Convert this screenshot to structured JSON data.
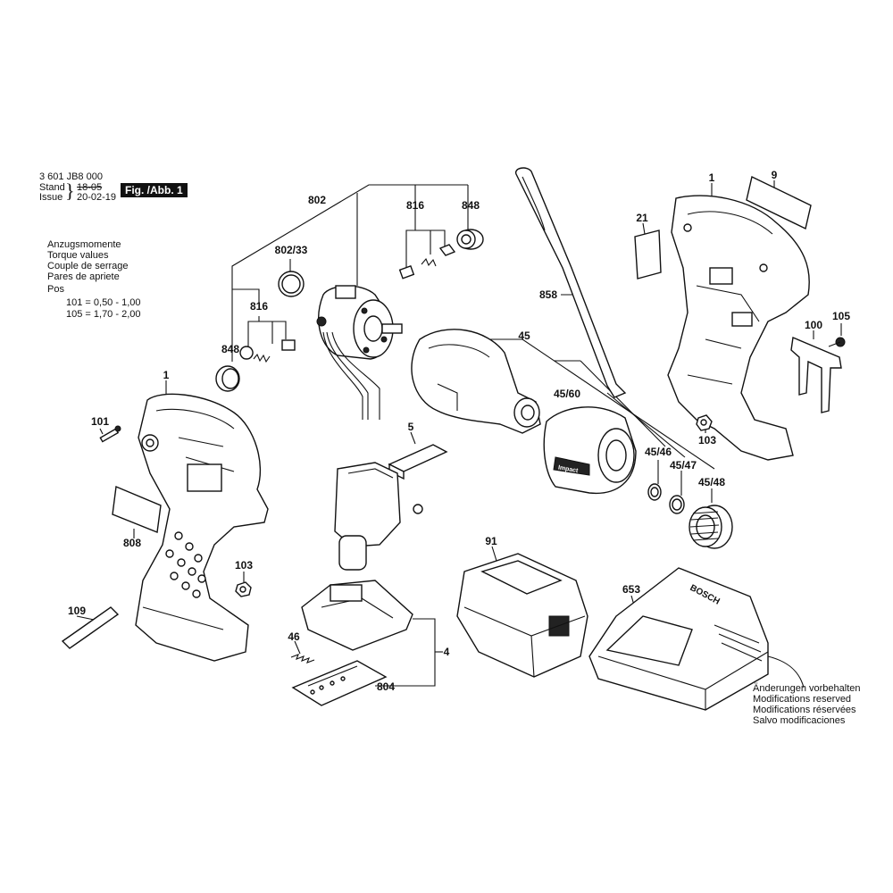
{
  "header": {
    "doc_number": "3 601 JB8 000",
    "stand_label": "Stand",
    "issue_label": "Issue",
    "stand_date": "18-05",
    "issue_date": "20-02-19",
    "figure_label": "Fig. /Abb. 1"
  },
  "torque": {
    "lines": [
      "Anzugsmomente",
      "Torque values",
      "Couple de serrage",
      "Pares de apriete"
    ],
    "pos_label": "Pos",
    "rows": [
      "101 = 0,50 - 1,00",
      "105 = 1,70 - 2,00"
    ]
  },
  "notice": {
    "lines": [
      "Änderungen vorbehalten",
      "Modifications reserved",
      "Modifications réservées",
      "Salvo modificaciones"
    ]
  },
  "labels": {
    "p1_left": "1",
    "p1_right": "1",
    "p4": "4",
    "p5": "5",
    "p9": "9",
    "p21": "21",
    "p45": "45",
    "p45_46": "45/46",
    "p45_47": "45/47",
    "p45_48": "45/48",
    "p45_60": "45/60",
    "p46": "46",
    "p91": "91",
    "p100": "100",
    "p101": "101",
    "p103_left": "103",
    "p103_right": "103",
    "p105": "105",
    "p109": "109",
    "p653": "653",
    "p802": "802",
    "p802_33": "802/33",
    "p804": "804",
    "p808": "808",
    "p816_top": "816",
    "p816_mid": "816",
    "p848_top": "848",
    "p848_left": "848",
    "p858": "858"
  },
  "brand_marks": {
    "charger_logo": "BOSCH",
    "nose_cover_text": "Impact"
  }
}
